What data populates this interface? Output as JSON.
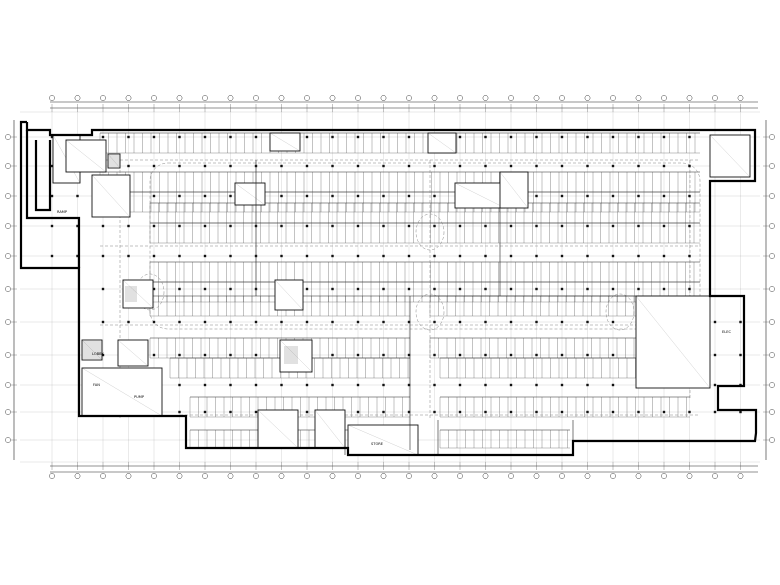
{
  "drawing": {
    "room_labels": [
      {
        "id": "ramp-room",
        "text": "RAMP"
      },
      {
        "id": "fan-room",
        "text": "FAN"
      },
      {
        "id": "pump-room",
        "text": "PUMP"
      },
      {
        "id": "store-room",
        "text": "STORE"
      },
      {
        "id": "lobby",
        "text": "LOBBY"
      },
      {
        "id": "elec-room",
        "text": "ELEC"
      }
    ],
    "colors": {
      "wall": "#000000",
      "line": "#222222",
      "background": "#ffffff"
    }
  }
}
